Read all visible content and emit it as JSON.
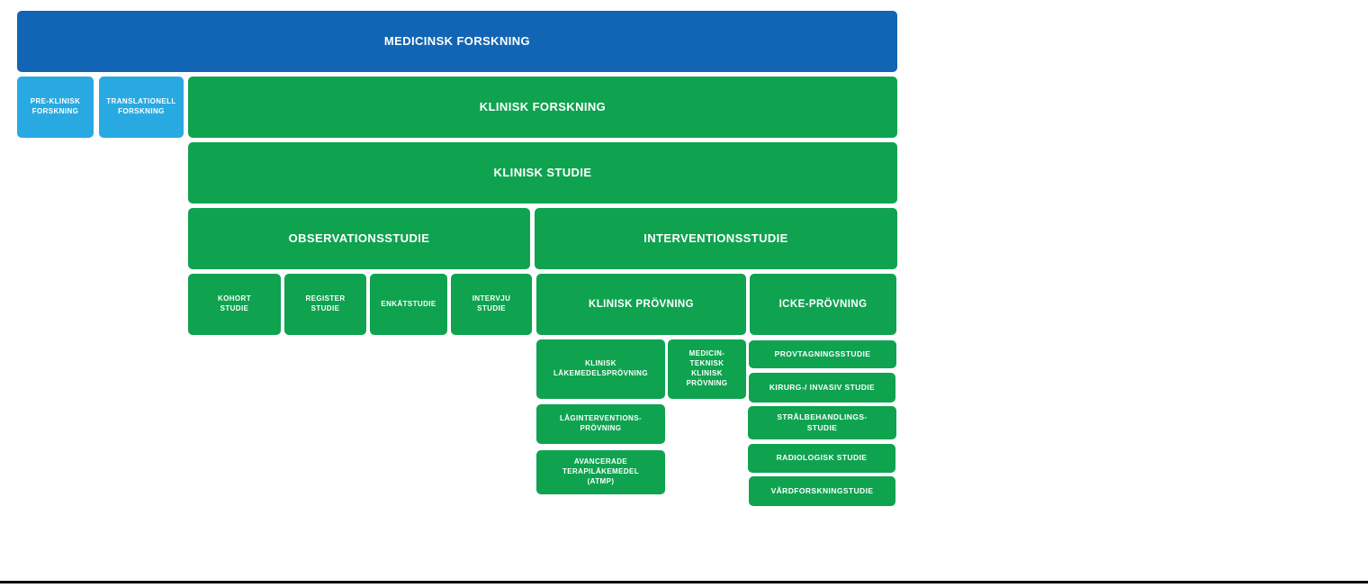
{
  "diagram": {
    "description": "Hierarchy of medical research types (Swedish)",
    "colors": {
      "dark_blue": "#1265b4",
      "light_blue": "#29a9e2",
      "green": "#0fa350",
      "text": "#ffffff",
      "bottom_rule": "#0a0a0a"
    },
    "nodes": {
      "medicinsk_forskning": {
        "label": "MEDICINSK FORSKNING"
      },
      "pre_klinisk_forskning": {
        "label": "PRE-KLINISK\nFORSKNING"
      },
      "translationell_forskning": {
        "label": "TRANSLATIONELL\nFORSKNING"
      },
      "klinisk_forskning": {
        "label": "KLINISK FORSKNING"
      },
      "klinisk_studie": {
        "label": "KLINISK STUDIE"
      },
      "observationsstudie": {
        "label": "OBSERVATIONSSTUDIE"
      },
      "interventionsstudie": {
        "label": "INTERVENTIONSSTUDIE"
      },
      "kohort_studie": {
        "label": "KOHORT\nSTUDIE"
      },
      "register_studie": {
        "label": "REGISTER\nSTUDIE"
      },
      "enkatstudie": {
        "label": "ENKÄTSTUDIE"
      },
      "intervju_studie": {
        "label": "INTERVJU\nSTUDIE"
      },
      "klinisk_provning": {
        "label": "KLINISK PRÖVNING"
      },
      "icke_provning": {
        "label": "ICKE-PRÖVNING"
      },
      "klinisk_lakemedelsprovning": {
        "label": "KLINISK\nLÄKEMEDELSPRÖVNING"
      },
      "medicinteknisk_klinisk_provning": {
        "label": "MEDICIN-\nTEKNISK\nKLINISK\nPRÖVNING"
      },
      "laginterventionsprovning": {
        "label": "LÅGINTERVENTIONS-\nPRÖVNING"
      },
      "avancerade_terapilakemedel": {
        "label": "AVANCERADE\nTERAPILÄKEMEDEL\n(ATMP)"
      },
      "provtagningsstudie": {
        "label": "PROVTAGNINGSSTUDIE"
      },
      "kirurg_invasiv_studie": {
        "label": "KIRURG-/ INVASIV STUDIE"
      },
      "stralbehandlingsstudie": {
        "label": "STRÅLBEHANDLINGS-\nSTUDIE"
      },
      "radiologisk_studie": {
        "label": "RADIOLOGISK STUDIE"
      },
      "vardforskningstudie": {
        "label": "VÅRDFORSKNINGSTUDIE"
      }
    }
  }
}
